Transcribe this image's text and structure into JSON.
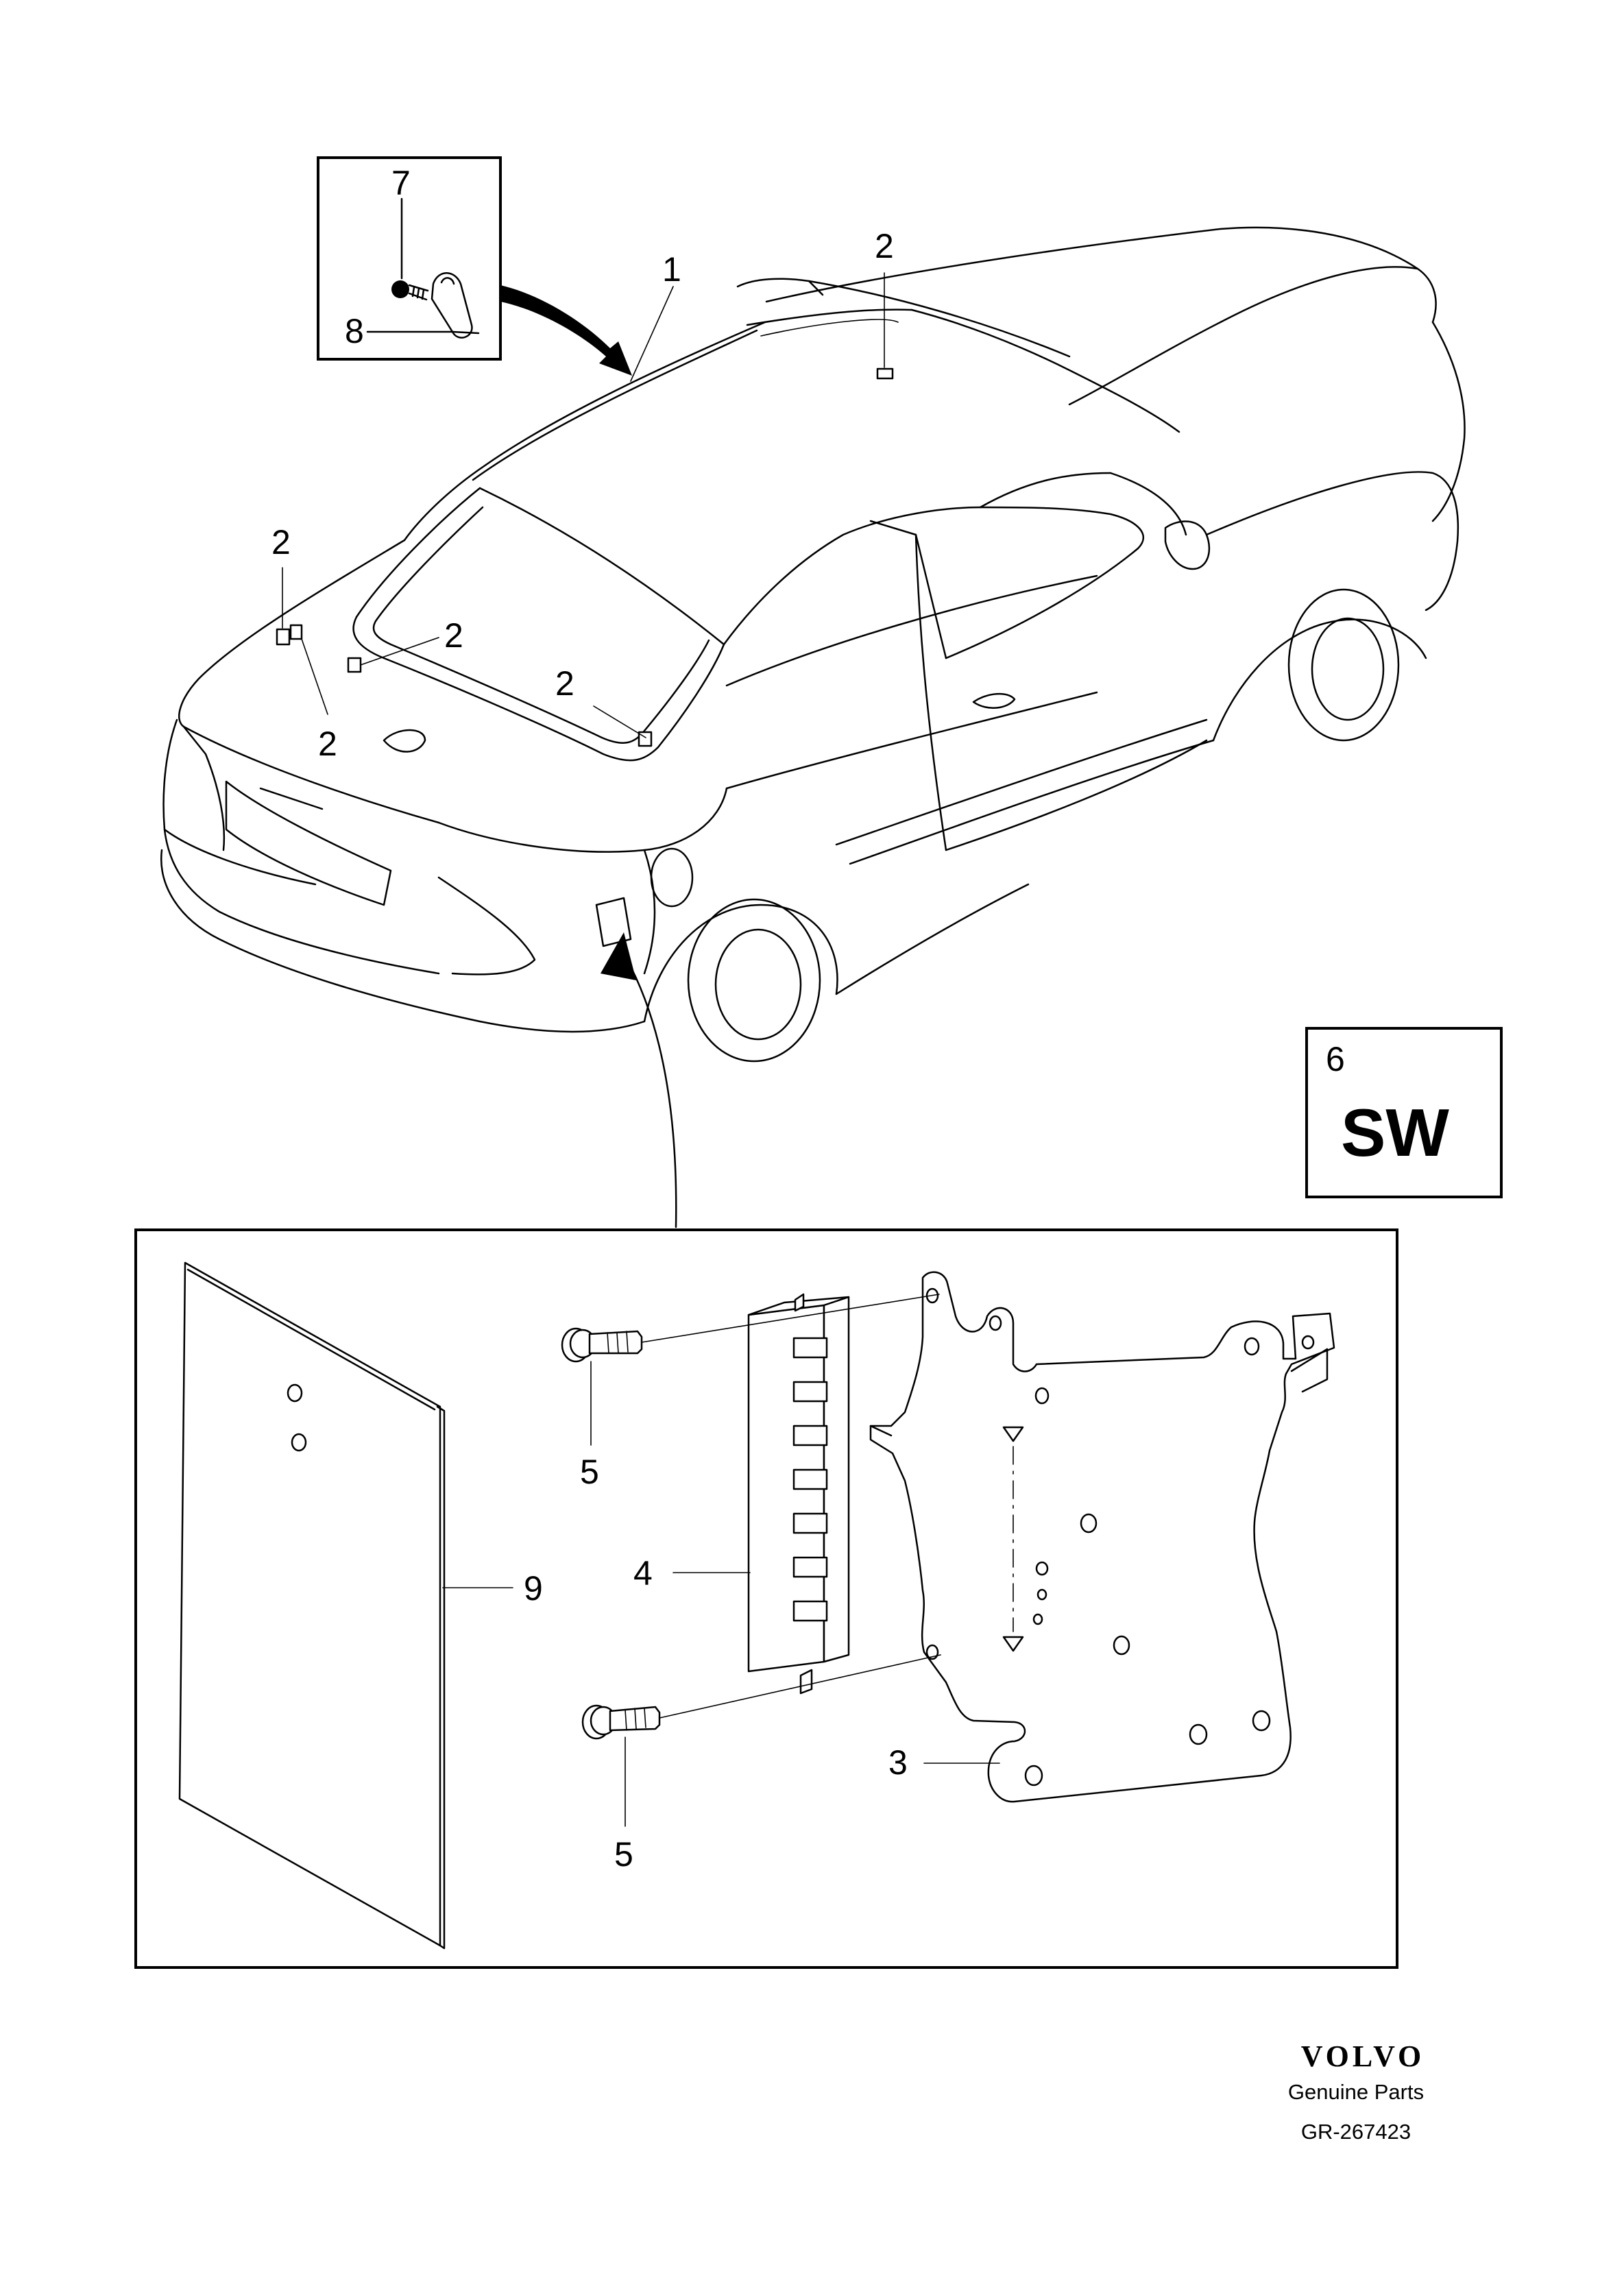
{
  "callouts": {
    "c1": "1",
    "c2a": "2",
    "c2b": "2",
    "c2c": "2",
    "c2d": "2",
    "c2e": "2",
    "c3": "3",
    "c4": "4",
    "c5a": "5",
    "c5b": "5",
    "c7": "7",
    "c8": "8",
    "c9": "9"
  },
  "variant_box": {
    "ref": "6",
    "code": "SW"
  },
  "footer": {
    "brand": "VOLVO",
    "subtitle": "Genuine Parts",
    "drawing_id": "GR-267423"
  }
}
